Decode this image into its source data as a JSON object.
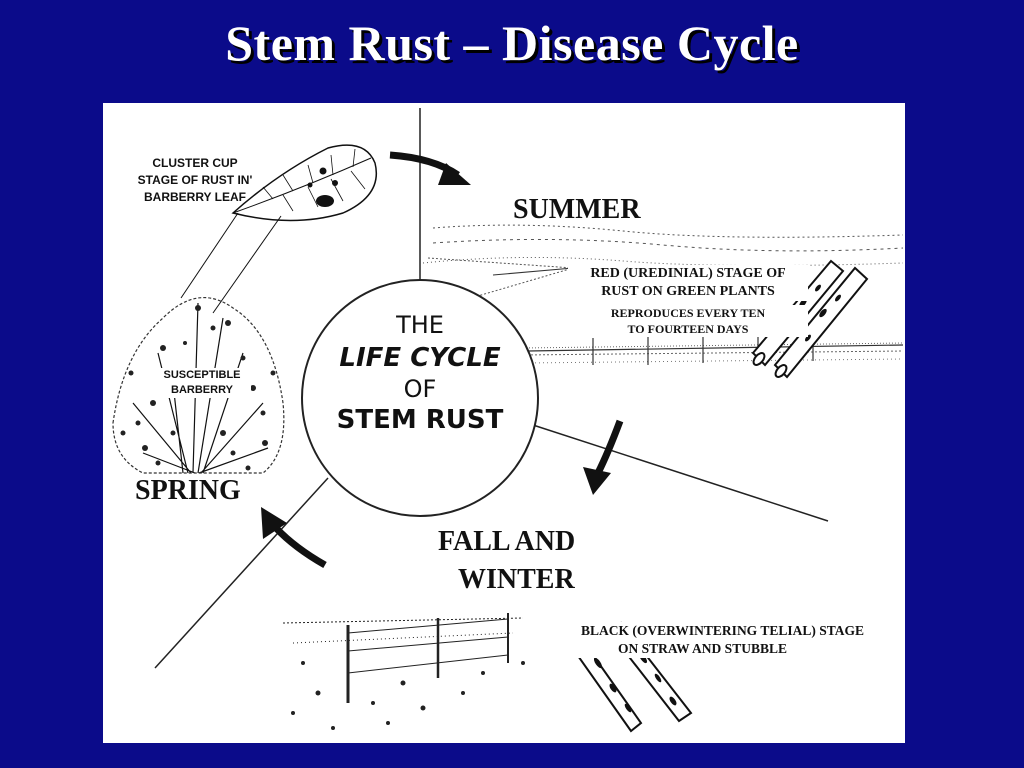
{
  "slide": {
    "title": "Stem Rust – Disease Cycle"
  },
  "diagram": {
    "center": {
      "line1": "THE",
      "line2": "LIFE CYCLE",
      "line3": "OF",
      "line4": "STEM RUST"
    },
    "seasons": {
      "summer": "SUMMER",
      "fall_line1": "FALL AND",
      "fall_line2": "WINTER",
      "spring": "SPRING"
    },
    "cluster_cup": {
      "line1": "CLUSTER CUP",
      "line2": "STAGE OF RUST IN'",
      "line3": "BARBERRY LEAF"
    },
    "barberry": {
      "line1": "SUSCEPTIBLE",
      "line2": "BARBERRY"
    },
    "red_stage": {
      "line1": "RED (UREDINIAL) STAGE OF",
      "line2": "RUST ON GREEN PLANTS",
      "line3": "REPRODUCES EVERY TEN",
      "line4": "TO FOURTEEN DAYS"
    },
    "black_stage": {
      "line1": "BLACK (OVERWINTERING TELIAL) STAGE",
      "line2": "ON STRAW AND STUBBLE"
    },
    "colors": {
      "background": "#0b0b8a",
      "panel": "#ffffff",
      "ink": "#111111"
    }
  }
}
